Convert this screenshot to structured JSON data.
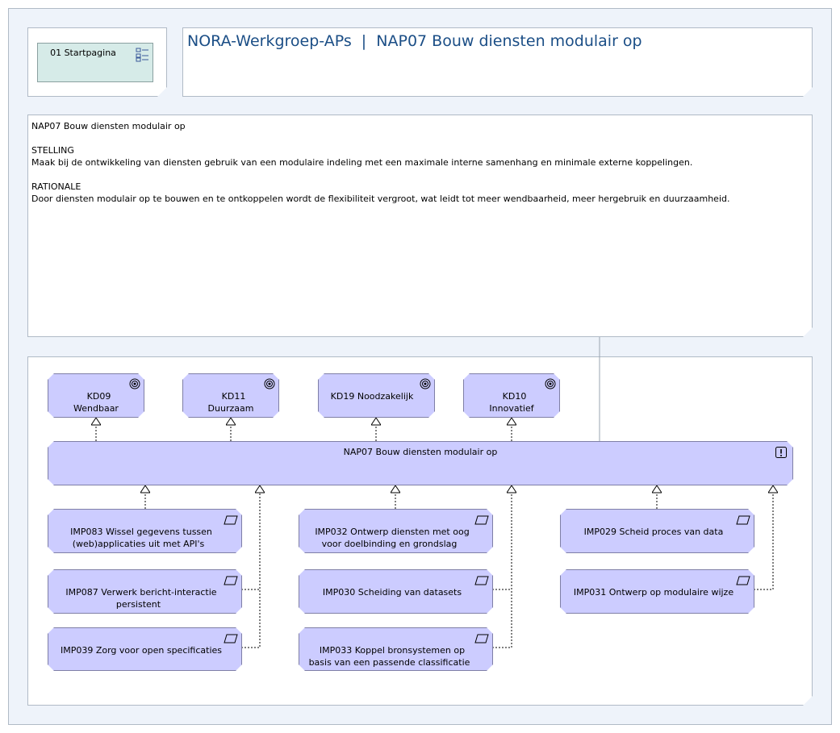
{
  "nav": {
    "start_label": "01 Startpagina",
    "icon": "view-icon"
  },
  "header": {
    "title": "NORA-Werkgroep-APs  |  NAP07 Bouw diensten modulair op"
  },
  "description": {
    "text": "NAP07 Bouw diensten modulair op\n\nSTELLING\nMaak bij de ontwikkeling van diensten gebruik van een modulaire indeling met een maximale interne samenhang en minimale externe koppelingen.\n\nRATIONALE\nDoor diensten modulair op te bouwen en te ontkoppelen wordt de flexibiliteit vergroot, wat leidt tot meer wendbaarheid, meer hergebruik en duurzaamheid."
  },
  "goals": [
    {
      "label": "KD09\nWendbaar",
      "icon": "goal-icon"
    },
    {
      "label": "KD11\nDuurzaam",
      "icon": "goal-icon"
    },
    {
      "label": "KD19 Noodzakelijk",
      "icon": "goal-icon"
    },
    {
      "label": "KD10\nInnovatief",
      "icon": "goal-icon"
    }
  ],
  "principle": {
    "label": "NAP07 Bouw diensten modulair op",
    "icon": "principle-icon"
  },
  "implications": [
    {
      "label": "IMP083 Wissel gegevens tussen\n(web)applicaties uit met API's"
    },
    {
      "label": "IMP087 Verwerk bericht-interactie\npersistent"
    },
    {
      "label": "IMP039 Zorg voor open specificaties"
    },
    {
      "label": "IMP032 Ontwerp diensten met oog\nvoor doelbinding en grondslag"
    },
    {
      "label": "IMP030 Scheiding van datasets"
    },
    {
      "label": "IMP033 Koppel bronsystemen op\nbasis van een passende classificatie"
    },
    {
      "label": "IMP029 Scheid proces van data"
    },
    {
      "label": "IMP031 Ontwerp op modulaire wijze"
    }
  ],
  "colors": {
    "element_fill": "#ccccff",
    "nav_fill": "#d6ebe8",
    "title": "#1b4e86"
  }
}
